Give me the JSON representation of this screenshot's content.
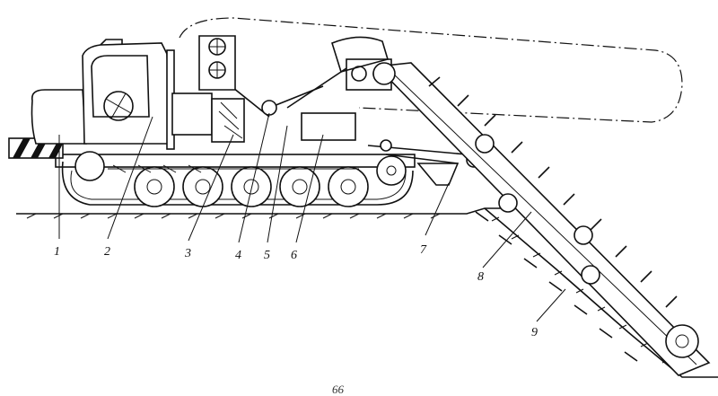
{
  "diagram": {
    "callouts": [
      "1",
      "2",
      "3",
      "4",
      "5",
      "6",
      "7",
      "8",
      "9"
    ],
    "caption": "66"
  },
  "colors": {
    "ink": "#111111",
    "paper": "#ffffff"
  }
}
